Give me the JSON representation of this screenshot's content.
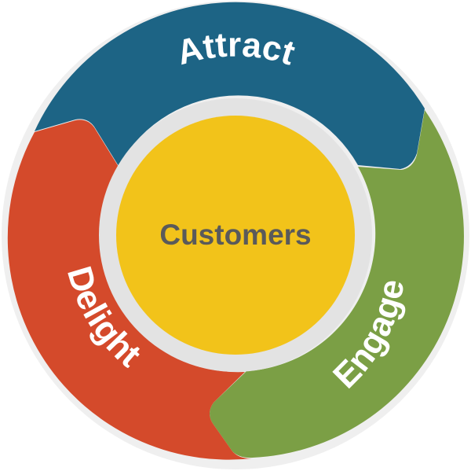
{
  "diagram": {
    "segments": [
      {
        "label": "Attract",
        "color": "#1d6485"
      },
      {
        "label": "Engage",
        "color": "#7b9f45"
      },
      {
        "label": "Delight",
        "color": "#d44a2b"
      }
    ],
    "center": {
      "label": "Customers",
      "fill_color": "#f2c31a",
      "text_color": "#5a5a5a"
    },
    "outer_ring_color": "#efefef",
    "inner_ring_color": "#e3e3e3"
  }
}
